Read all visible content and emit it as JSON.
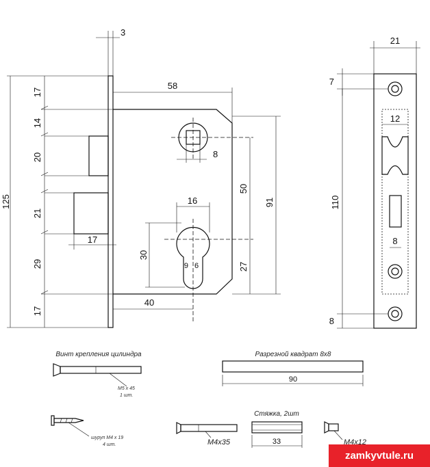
{
  "dimensions": {
    "faceplate_thickness": "3",
    "total_height": "125",
    "top_segment": "17",
    "segment_2": "14",
    "latch_height": "20",
    "deadbolt_height": "21",
    "segment_5": "29",
    "bottom_segment": "17",
    "body_width": "58",
    "spindle_square": "8",
    "spindle_to_cylinder": "50",
    "body_height": "91",
    "cylinder_width": "16",
    "cylinder_height": "30",
    "cylinder_split_left": "9",
    "cylinder_split_right": "6",
    "cylinder_to_bottom": "27",
    "backset": "40",
    "bolt_projection": "17",
    "strike_width": "21",
    "strike_top_offset": "7",
    "strike_latch_width": "12",
    "strike_height": "110",
    "strike_bolt_width": "8",
    "strike_bottom_offset": "8"
  },
  "accessories": {
    "cylinder_screw": {
      "caption": "Винт крепления цилиндра",
      "spec": "M5 x 45",
      "qty": "1 шт."
    },
    "square_spindle": {
      "caption": "Разрезной квадрат 8х8",
      "length": "90"
    },
    "screw": {
      "spec": "шуруп М4 х 19",
      "qty": "4 шт."
    },
    "tie": {
      "caption": "Стяжка, 2шт",
      "bolt_spec": "M4x35",
      "sleeve_length": "33",
      "short_bolt_spec": "M4x12"
    }
  },
  "brand": "zamkyvtule.ru"
}
